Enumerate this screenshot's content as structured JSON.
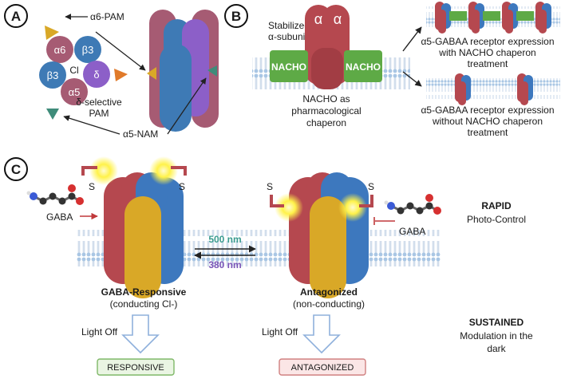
{
  "panels": {
    "a": "A",
    "b": "B",
    "c": "C"
  },
  "panel_a": {
    "pam": "α6-PAM",
    "subunits": [
      "α6",
      "β3",
      "β3",
      "δ",
      "α5"
    ],
    "cl": "Cl",
    "dsel": [
      "δ-selective",
      "PAM"
    ],
    "nam": "α5-NAM"
  },
  "panel_b": {
    "stab": [
      "Stabilized",
      "α-subunit"
    ],
    "alpha": "α",
    "nacho": "NACHO",
    "chap": [
      "NACHO as",
      "pharmacological",
      "chaperon"
    ],
    "with_lines": [
      "α5-GABAA receptor expression",
      "with NACHO chaperon",
      "treatment"
    ],
    "without_lines": [
      "α5-GABAA receptor expression",
      "without NACHO chaperon",
      "treatment"
    ]
  },
  "panel_c": {
    "s": "S",
    "gaba": "GABA",
    "nm500": "500 nm",
    "nm380": "380 nm",
    "resp_title": "GABA-Responsive",
    "resp_sub": "(conducting Cl-)",
    "ant_title": "Antagonized",
    "ant_sub": "(non-conducting)",
    "rapid": "RAPID",
    "photo": "Photo-Control",
    "sustained": "SUSTAINED",
    "mod": [
      "Modulation in the",
      "dark"
    ],
    "light_off": "Light Off",
    "box_resp": "RESPONSIVE",
    "box_ant": "ANTAGONIZED"
  },
  "colors": {
    "red": "#b5484f",
    "blue": "#3d78be",
    "gold": "#d9a827",
    "purple": "#8c5fc8",
    "mauve": "#a65b73",
    "teal": "#3f8c7a",
    "nacho": "#5eaa46",
    "lightblue": "#3e7ab5"
  }
}
